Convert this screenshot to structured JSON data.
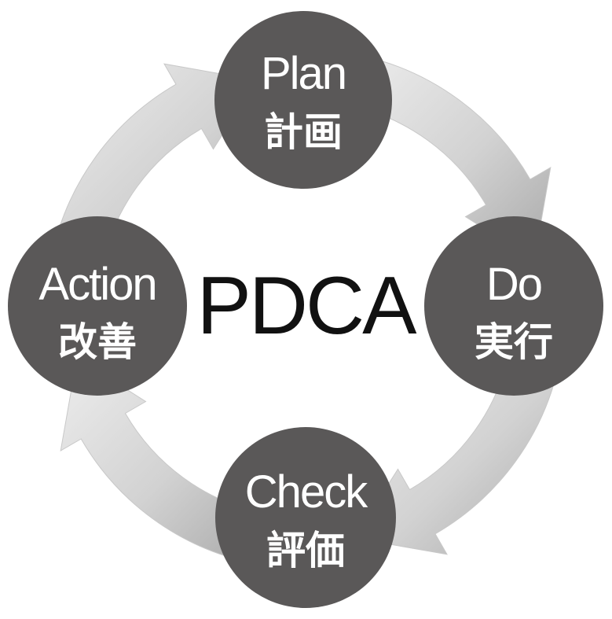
{
  "center": {
    "title": "PDCA"
  },
  "nodes": {
    "plan": {
      "en": "Plan",
      "ja": "計画"
    },
    "do": {
      "en": "Do",
      "ja": "実行"
    },
    "check": {
      "en": "Check",
      "ja": "評価"
    },
    "action": {
      "en": "Action",
      "ja": "改善"
    }
  },
  "colors": {
    "node_fill": "#5a5858",
    "ring_light": "#e6e6e6",
    "ring_dark": "#b4b4b4",
    "center_text": "#111111"
  }
}
